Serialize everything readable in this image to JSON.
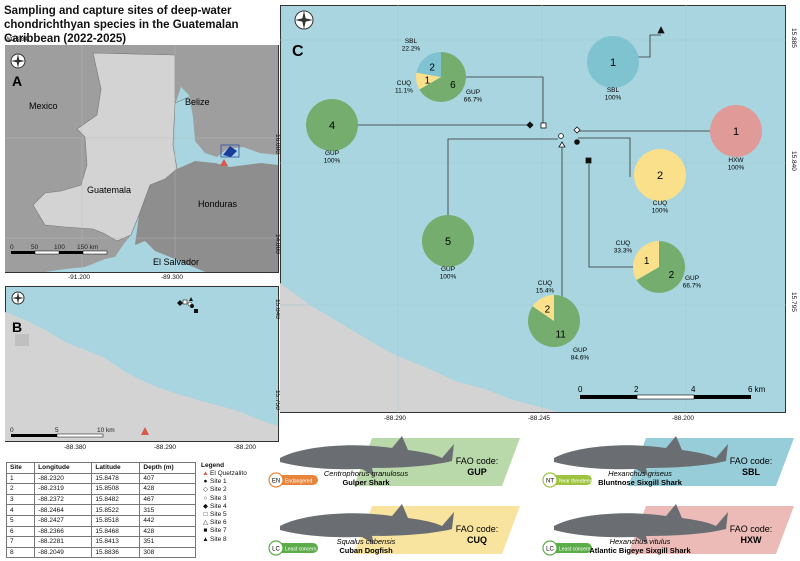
{
  "title": "Sampling and capture sites of deep-water chondrichthyan species in the Guatemalan Caribbean (2022-2025)",
  "crs": "WGS 84",
  "panel_a": {
    "label": "A",
    "countries": {
      "mexico": "Mexico",
      "belize": "Belize",
      "guatemala": "Guatemala",
      "honduras": "Honduras",
      "el_salvador": "El Salvador"
    },
    "x_ticks": [
      "-91.200",
      "-89.300"
    ],
    "y_ticks": [
      "16.000",
      "14.000"
    ],
    "scalebar": [
      "0",
      "50",
      "100",
      "150 km"
    ]
  },
  "panel_b": {
    "label": "B",
    "x_ticks": [
      "-88.380",
      "-88.290",
      "-88.200"
    ],
    "y_ticks": [
      "15.840",
      "15.750"
    ],
    "scalebar": [
      "0",
      "5",
      "10 km"
    ]
  },
  "panel_c": {
    "label": "C",
    "x_ticks": [
      "-88.290",
      "-88.245",
      "-88.200"
    ],
    "y_ticks": [
      "15.885",
      "15.840",
      "15.795"
    ],
    "scalebar": [
      "0",
      "2",
      "4",
      "6 km"
    ],
    "pies": [
      {
        "site": "1",
        "slices": [
          {
            "species": "SBL",
            "count": 1,
            "pct": "100%",
            "color": "#7fc3d1"
          }
        ]
      },
      {
        "site": "2",
        "slices": [
          {
            "species": "CUQ",
            "count": 2,
            "pct": "100%",
            "color": "#fbe08c"
          }
        ]
      },
      {
        "site": "3",
        "slices": [
          {
            "species": "CUQ",
            "count": 1,
            "pct": "33.3%",
            "color": "#fbe08c"
          },
          {
            "species": "GUP",
            "count": 2,
            "pct": "66.7%",
            "color": "#74ad6e"
          }
        ]
      },
      {
        "site": "4",
        "slices": [
          {
            "species": "GUP",
            "count": 4,
            "pct": "100%",
            "color": "#74ad6e"
          }
        ]
      },
      {
        "site": "5",
        "slices": [
          {
            "species": "GUP",
            "count": 5,
            "pct": "100%",
            "color": "#74ad6e"
          }
        ]
      },
      {
        "site": "6",
        "slices": [
          {
            "species": "CUQ",
            "count": 2,
            "pct": "15.4%",
            "color": "#fbe08c"
          },
          {
            "species": "GUP",
            "count": 11,
            "pct": "84.6%",
            "color": "#74ad6e"
          }
        ]
      },
      {
        "site": "7",
        "slices": [
          {
            "species": "SBL",
            "count": 2,
            "pct": "22.2%",
            "color": "#7fc3d1"
          },
          {
            "species": "CUQ",
            "count": 1,
            "pct": "11.1%",
            "color": "#fbe08c"
          },
          {
            "species": "GUP",
            "count": 6,
            "pct": "66.7%",
            "color": "#74ad6e"
          }
        ]
      },
      {
        "site": "8",
        "slices": [
          {
            "species": "HXW",
            "count": 1,
            "pct": "100%",
            "color": "#e09a98"
          }
        ]
      }
    ]
  },
  "table": {
    "headers": [
      "Site",
      "Longitude",
      "Latitude",
      "Depth (m)"
    ],
    "rows": [
      [
        "1",
        "-88.2320",
        "15.8478",
        "407"
      ],
      [
        "2",
        "-88.2319",
        "15.8508",
        "428"
      ],
      [
        "3",
        "-88.2372",
        "15.8482",
        "467"
      ],
      [
        "4",
        "-88.2464",
        "15.8522",
        "315"
      ],
      [
        "5",
        "-88.2427",
        "15.8518",
        "442"
      ],
      [
        "6",
        "-88.2366",
        "15.8468",
        "428"
      ],
      [
        "7",
        "-88.2281",
        "15.8413",
        "351"
      ],
      [
        "8",
        "-88.2049",
        "15.8836",
        "308"
      ]
    ]
  },
  "legend": {
    "title": "Legend",
    "items": [
      {
        "symbol": "▲",
        "label": "El Quetzalito",
        "color": "#d9574b"
      },
      {
        "symbol": "●",
        "label": "Site 1",
        "color": "#111"
      },
      {
        "symbol": "◇",
        "label": "Site 2",
        "color": "#111"
      },
      {
        "symbol": "○",
        "label": "Site 3",
        "color": "#111"
      },
      {
        "symbol": "◆",
        "label": "Site 4",
        "color": "#111"
      },
      {
        "symbol": "□",
        "label": "Site 5",
        "color": "#111"
      },
      {
        "symbol": "△",
        "label": "Site 6",
        "color": "#111"
      },
      {
        "symbol": "■",
        "label": "Site 7",
        "color": "#111"
      },
      {
        "symbol": "▲",
        "label": "Site 8",
        "color": "#111"
      }
    ]
  },
  "species_cards": [
    {
      "status_code": "EN",
      "status": "Endangered",
      "status_color": "#e8853a",
      "latin": "Centrophorus granulosus",
      "common": "Gulper Shark",
      "fao_label": "FAO code:",
      "fao_code": "GUP",
      "band_color": "#a9cf95"
    },
    {
      "status_code": "NT",
      "status": "Near threatened",
      "status_color": "#9dc43f",
      "latin": "Hexanchus griseus",
      "common": "Bluntnose Sixgill Shark",
      "fao_label": "FAO code:",
      "fao_code": "SBL",
      "band_color": "#7cc0d0"
    },
    {
      "status_code": "LC",
      "status": "Least concern",
      "status_color": "#5cad4a",
      "latin": "Squalus cubensis",
      "common": "Cuban Dogfish",
      "fao_label": "FAO code:",
      "fao_code": "CUQ",
      "band_color": "#f6dd86"
    },
    {
      "status_code": "LC",
      "status": "Least concern",
      "status_color": "#5cad4a",
      "latin": "Hexanchus vitulus",
      "common": "Atlantic Bigeye Sixgill Shark",
      "fao_label": "FAO code:",
      "fao_code": "HXW",
      "band_color": "#e7aaa5"
    }
  ],
  "colors": {
    "sea": "#a8d5df",
    "land": "#9e9e9e",
    "focus_land": "#d3d3d3"
  }
}
